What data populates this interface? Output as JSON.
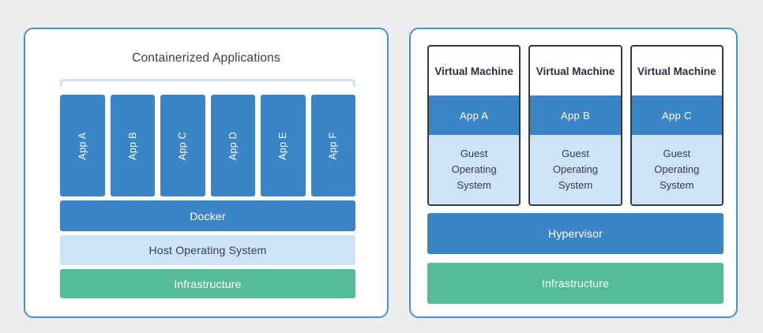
{
  "colors": {
    "page_background": "#ecedef",
    "panel_border": "#4a90d5",
    "blue_fill": "#3b84c5",
    "light_blue_fill": "#cde4f6",
    "green_fill": "#54bc9b",
    "dark_text": "#333d50",
    "vm_card_border": "#343a44"
  },
  "left_panel": {
    "title": "Containerized Applications",
    "apps": [
      "App A",
      "App B",
      "App C",
      "App D",
      "App E",
      "App F"
    ],
    "layers": {
      "docker": "Docker",
      "host_os": "Host Operating System",
      "infrastructure": "Infrastructure"
    }
  },
  "right_panel": {
    "vms": [
      {
        "title": "Virtual Machine",
        "app": "App A",
        "guest_os": "Guest Operating System"
      },
      {
        "title": "Virtual Machine",
        "app": "App B",
        "guest_os": "Guest Operating System"
      },
      {
        "title": "Virtual Machine",
        "app": "App C",
        "guest_os": "Guest Operating System"
      }
    ],
    "layers": {
      "hypervisor": "Hypervisor",
      "infrastructure": "Infrastructure"
    }
  }
}
